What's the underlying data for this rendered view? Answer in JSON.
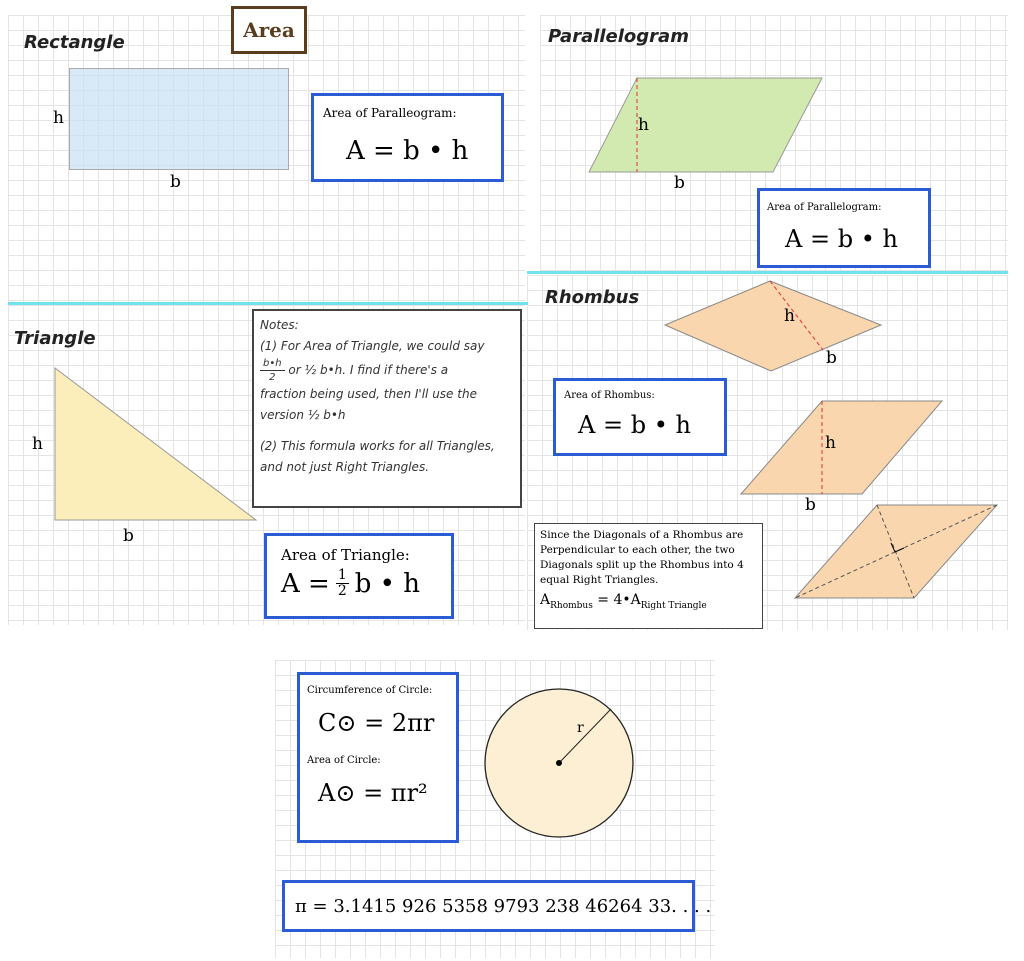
{
  "title": "Area",
  "rectangle": {
    "heading": "Rectangle",
    "h": "h",
    "b": "b",
    "formula_label": "Area of Paralleogram:",
    "formula": "A = b • h"
  },
  "parallelogram": {
    "heading": "Parallelogram",
    "h": "h",
    "b": "b",
    "formula_label": "Area of Parallelogram:",
    "formula": "A = b • h"
  },
  "triangle": {
    "heading": "Triangle",
    "h": "h",
    "b": "b",
    "formula_label": "Area of Triangle:",
    "formula_a": "A =",
    "formula_num": "1",
    "formula_den": "2",
    "formula_b": "b • h"
  },
  "notes": {
    "title": "Notes:",
    "line1": "(1) For Area of Triangle, we could say",
    "frac_num": "b•h",
    "frac_den": "2",
    "line2": "or ½ b•h.  I find if there's a",
    "line3": "fraction being used, then I'll use the",
    "line4": "version ½ b•h",
    "line5": "(2)  This formula works for all Triangles,",
    "line6": "and not just Right Triangles."
  },
  "rhombus": {
    "heading": "Rhombus",
    "h": "h",
    "b": "b",
    "h2": "h",
    "b2": "b",
    "formula_label": "Area of Rhombus:",
    "formula": "A = b • h",
    "diag_text": "Since the Diagonals of a Rhombus are Perpendicular to each other, the two Diagonals split up the Rhombus into 4 equal Right Triangles.",
    "diag_formula_a": "A",
    "diag_formula_sub1": "Rhombus",
    "diag_formula_mid": " = 4•A",
    "diag_formula_sub2": "Right Triangle"
  },
  "circle": {
    "circ_label": "Circumference of Circle:",
    "circ_formula": "C⊙ = 2πr",
    "area_label": "Area of Circle:",
    "area_formula": "A⊙ = πr²",
    "r": "r",
    "pi": "π = 3.1415 926 5358 9793 238 46264 33. . . ."
  },
  "colors": {
    "accent": "#2b5cd6",
    "divider": "#6ee3ee"
  }
}
